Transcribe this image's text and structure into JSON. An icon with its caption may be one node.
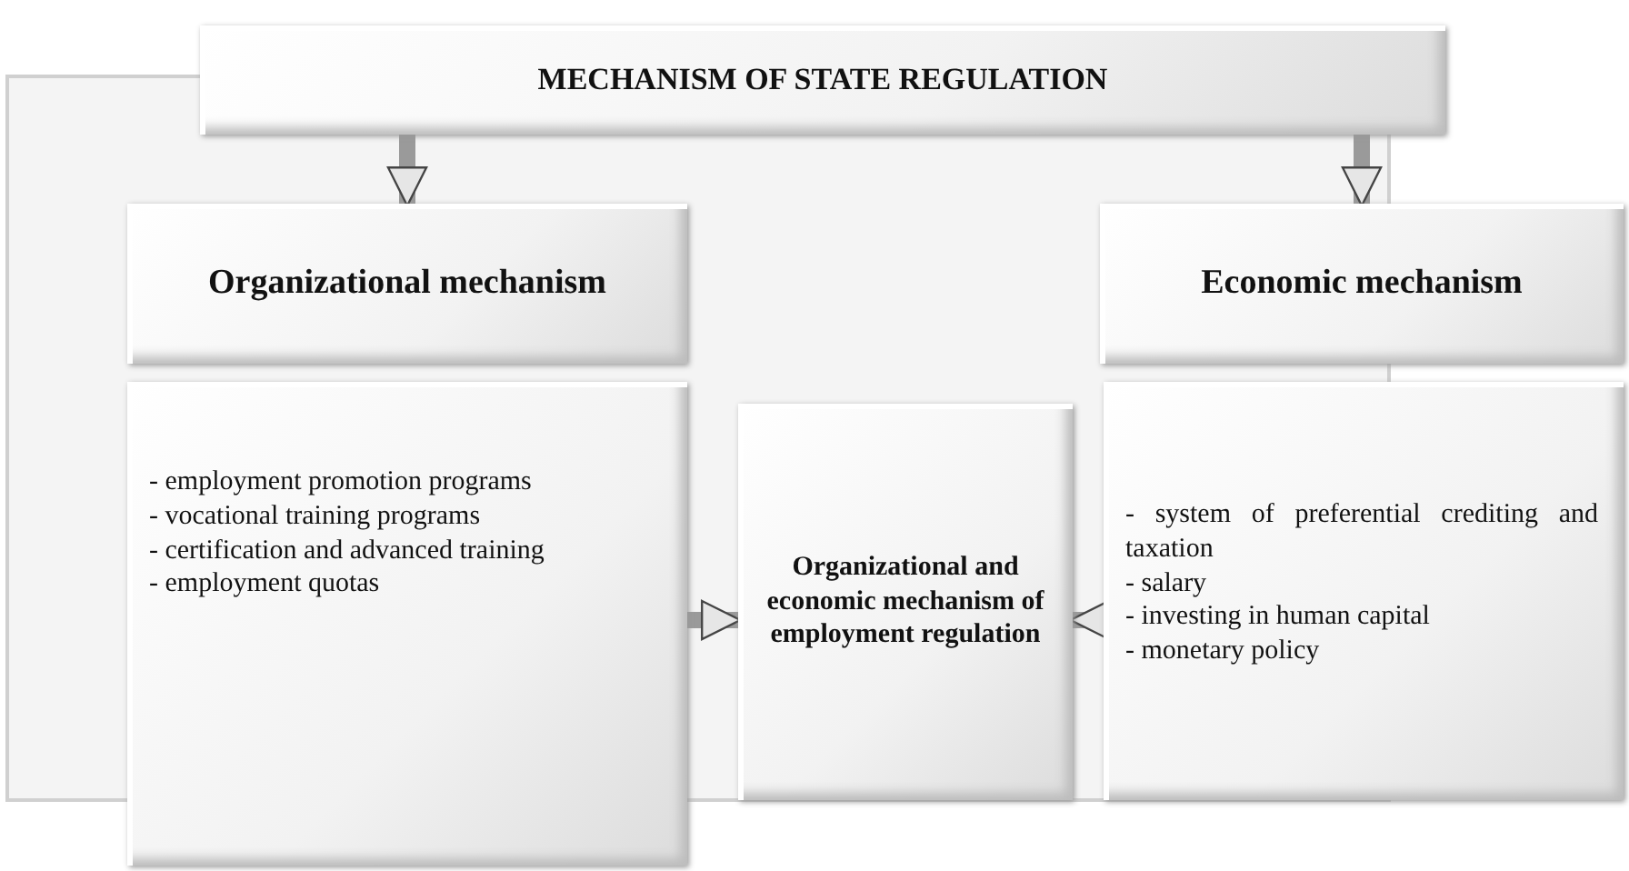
{
  "diagram": {
    "nodes": [
      {
        "text": [
          "MECHANISM OF STATE REGULATION"
        ]
      },
      {
        "text": [
          "Organizational mechanism"
        ]
      },
      {
        "text": [
          "- employment promotion programs",
          "- vocational training programs",
          "- certification and advanced training",
          "- employment quotas"
        ]
      },
      {
        "text": [
          "Organizational and economic mechanism of employment regulation"
        ]
      },
      {
        "text": [
          "Economic mechanism"
        ]
      },
      {
        "text": [
          "- system of preferential crediting and taxation",
          "- salary",
          "- investing in human capital",
          "- monetary policy"
        ]
      }
    ],
    "edges": [
      {
        "from": 0,
        "to": 1,
        "arrow": "to"
      },
      {
        "from": 0,
        "to": 4,
        "arrow": "to"
      },
      {
        "from": 2,
        "to": 3,
        "arrow": "to"
      },
      {
        "from": 5,
        "to": 3,
        "arrow": "to"
      }
    ]
  }
}
